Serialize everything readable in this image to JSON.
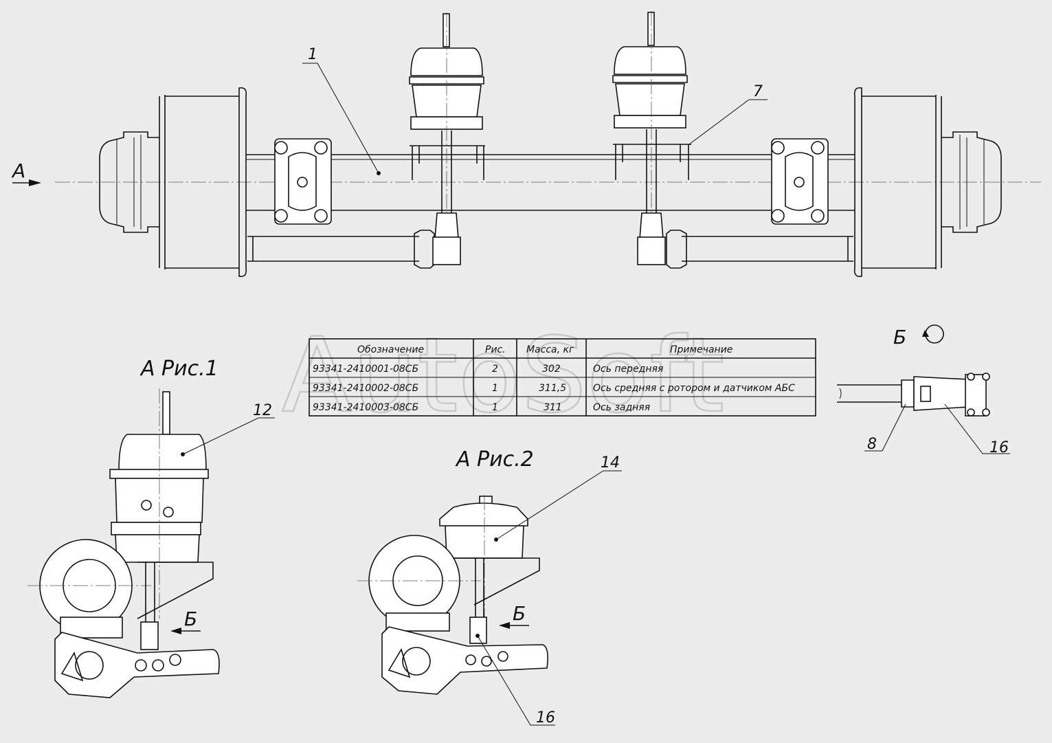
{
  "watermark": "AutoSoft",
  "views": {
    "view_a_arrow": "А",
    "fig1_title": "А Рис.1",
    "fig2_title": "А Рис.2",
    "detail_b_title": "Б",
    "arrow_b_fig1": "Б",
    "arrow_b_fig2": "Б"
  },
  "callouts": {
    "c1": "1",
    "c7": "7",
    "c12": "12",
    "c14": "14",
    "c8": "8",
    "c16_detail": "16",
    "c16_fig2": "16"
  },
  "table": {
    "headers": [
      "Обозначение",
      "Рис.",
      "Масса, кг",
      "Примечание"
    ],
    "rows": [
      [
        "93341-2410001-08СБ",
        "2",
        "302",
        "Ось передняя"
      ],
      [
        "93341-2410002-08СБ",
        "1",
        "311,5",
        "Ось  средняя с ротором и датчиком АБС"
      ],
      [
        "93341-2410003-08СБ",
        "1",
        "311",
        "Ось  задняя"
      ]
    ]
  }
}
